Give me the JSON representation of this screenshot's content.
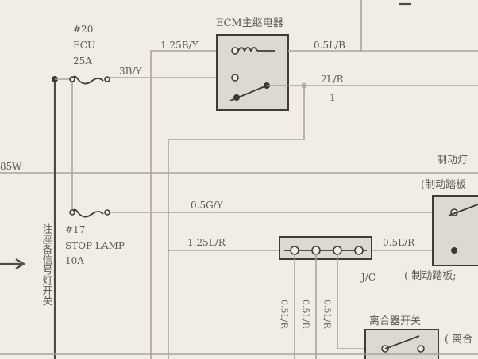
{
  "labels": {
    "fuse20_num": "#20",
    "fuse20_name": "ECU",
    "fuse20_rating": "25A",
    "fuse17_num": "#17",
    "fuse17_name": "STOP LAMP",
    "fuse17_rating": "10A",
    "ecm_relay": "ECM主继电器",
    "wire_125by": "1.25B/Y",
    "wire_05lb": "0.5L/B",
    "wire_3by": "3B/Y",
    "wire_2lr": "2L/R",
    "pin_1": "1",
    "wire_85w": "85W",
    "brake_lamp": "制动灯",
    "brake_pedal_top": "(制动踏板",
    "wire_05gy": "0.5G/Y",
    "wire_125lr": "1.25L/R",
    "wire_05lr_right": "0.5L/R",
    "jc": "J/C",
    "brake_pedal_bottom": "( 制动踏板;",
    "left_vertical": "注座备信号灯开关",
    "clutch_switch": "离合器开关",
    "clutch_right": "( 离合",
    "wire_v1": "0.5L/R",
    "wire_v2": "0.5L/R",
    "wire_v3": "0.5L/R"
  }
}
